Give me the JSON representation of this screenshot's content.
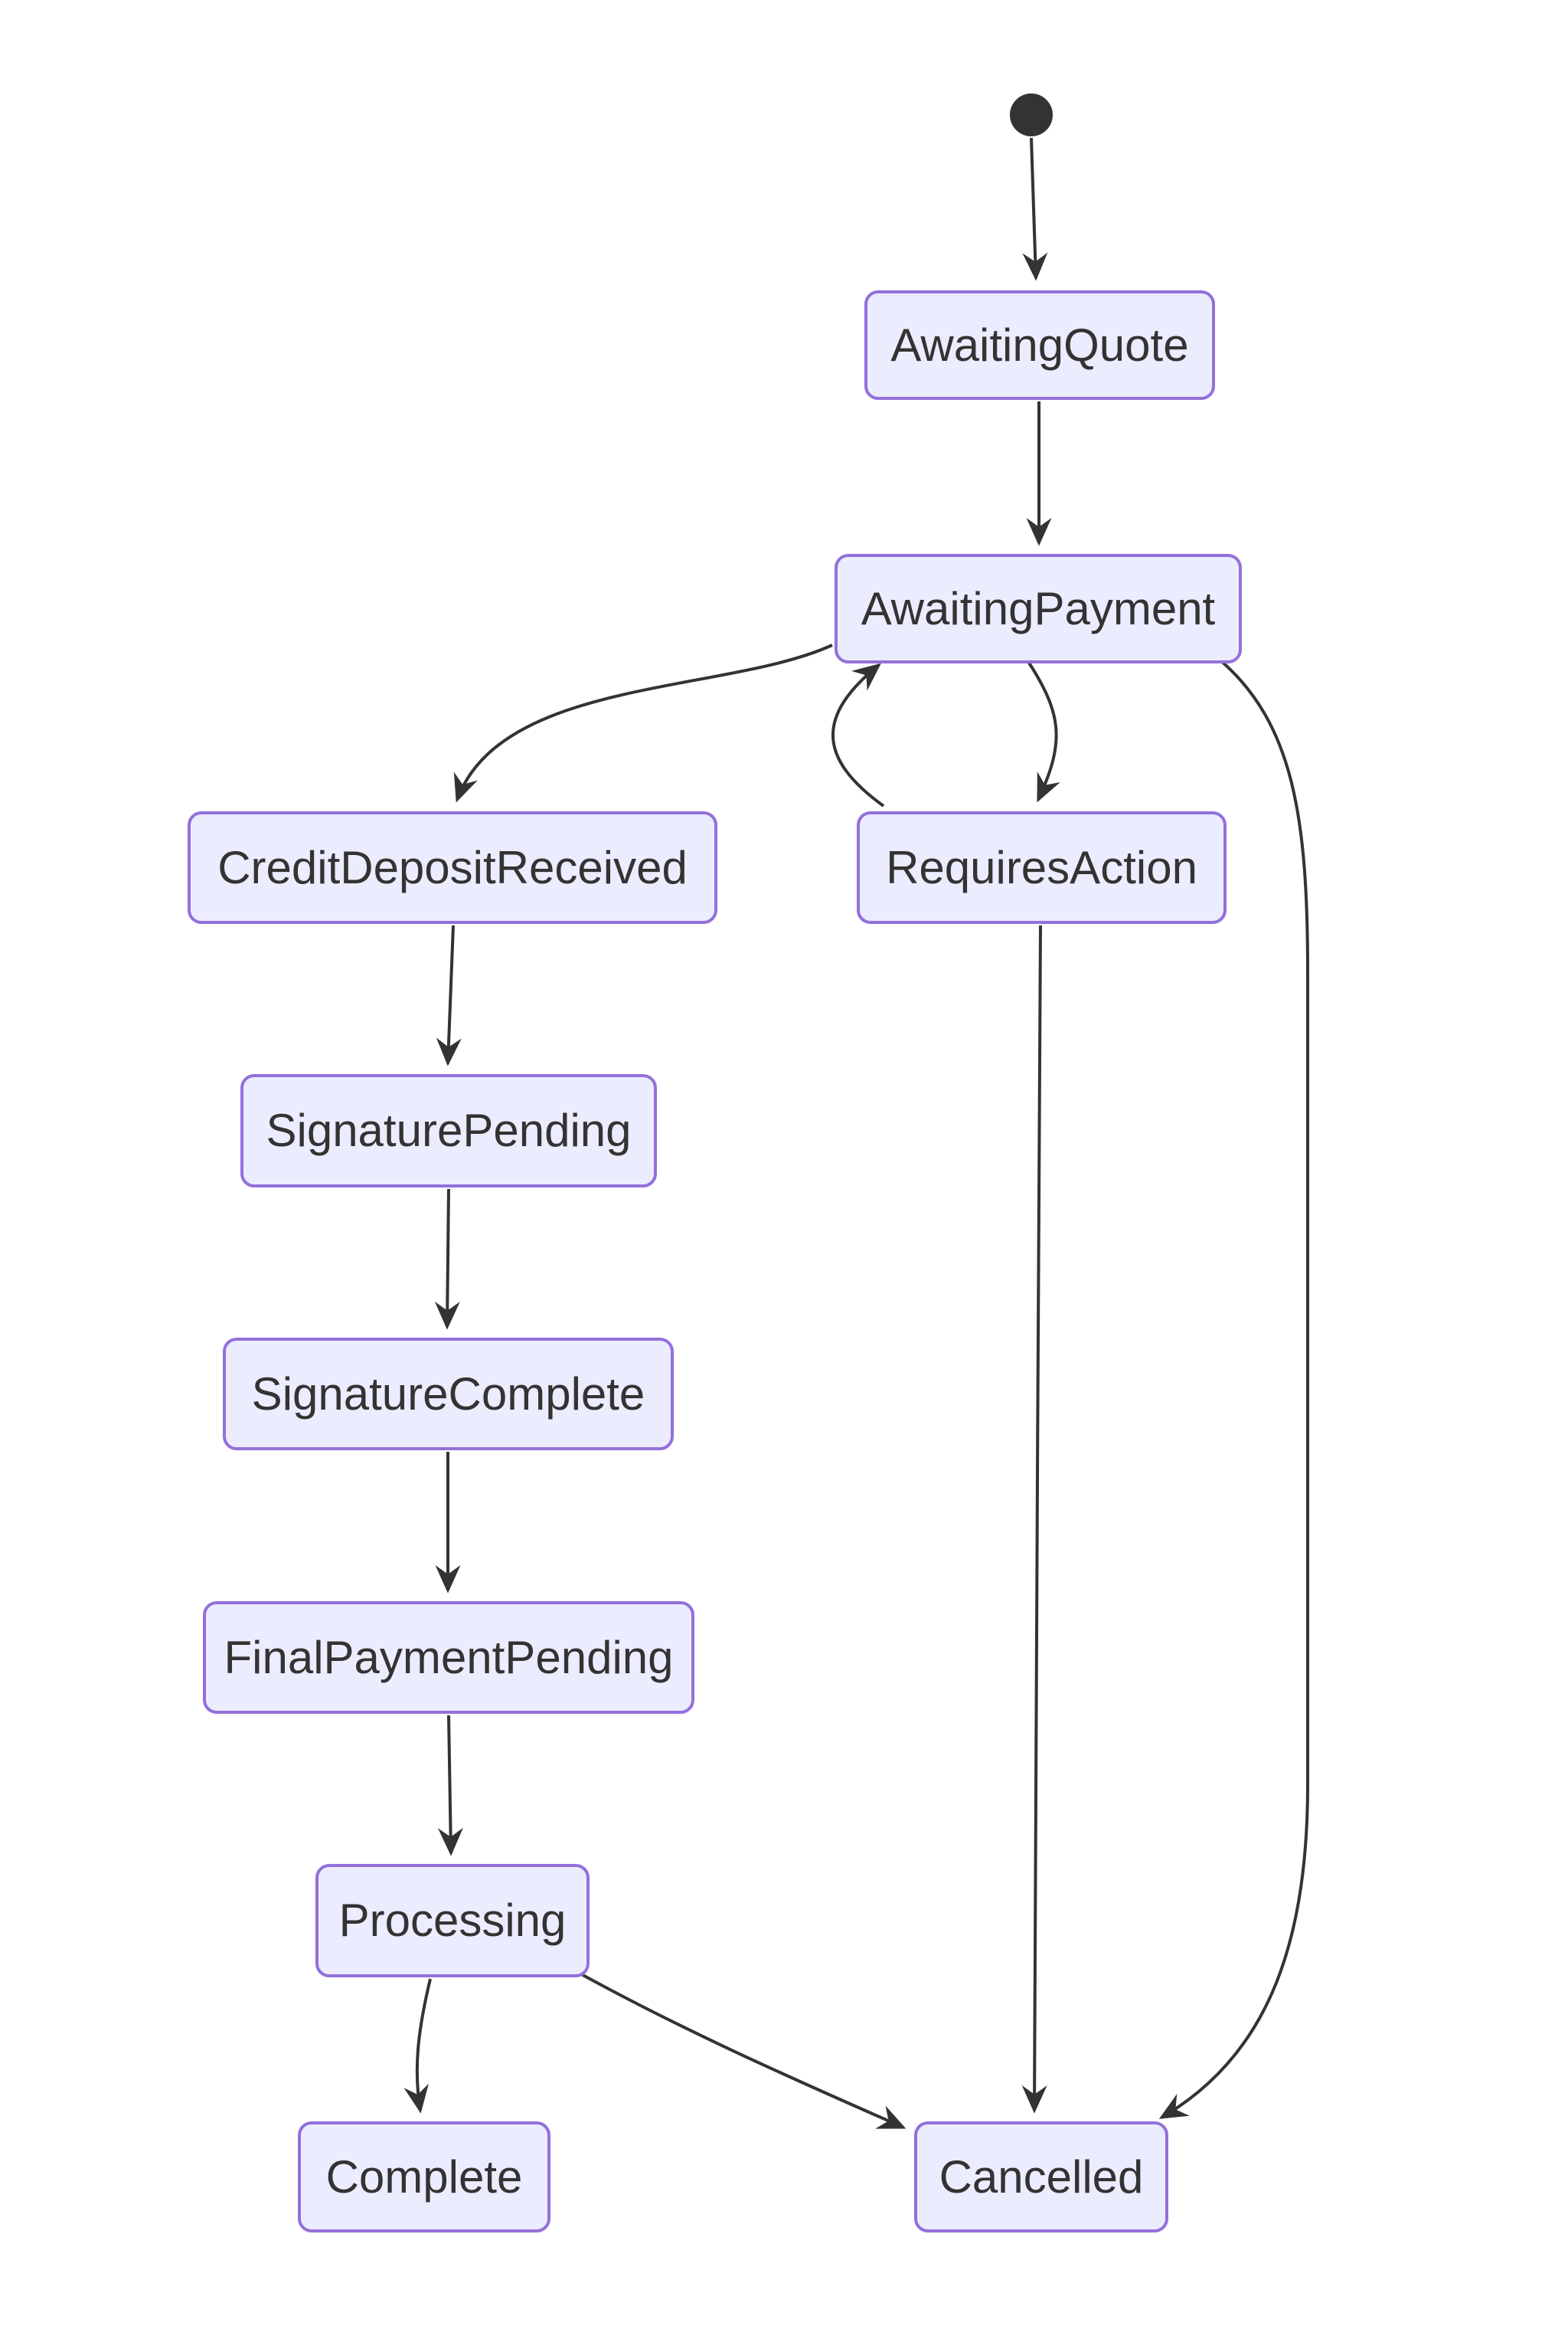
{
  "diagram": {
    "type": "state-diagram",
    "background": "#ffffff",
    "colors": {
      "node_fill": "#ECECFF",
      "node_border": "#9370DB",
      "node_text": "#333333",
      "edge": "#333333",
      "start_dot": "#333333"
    },
    "start_state": {
      "shape": "filled-circle"
    },
    "states": [
      {
        "id": "AwaitingQuote",
        "label": "AwaitingQuote"
      },
      {
        "id": "AwaitingPayment",
        "label": "AwaitingPayment"
      },
      {
        "id": "CreditDepositReceived",
        "label": "CreditDepositReceived"
      },
      {
        "id": "RequiresAction",
        "label": "RequiresAction"
      },
      {
        "id": "SignaturePending",
        "label": "SignaturePending"
      },
      {
        "id": "SignatureComplete",
        "label": "SignatureComplete"
      },
      {
        "id": "FinalPaymentPending",
        "label": "FinalPaymentPending"
      },
      {
        "id": "Processing",
        "label": "Processing"
      },
      {
        "id": "Complete",
        "label": "Complete"
      },
      {
        "id": "Cancelled",
        "label": "Cancelled"
      }
    ],
    "transitions": [
      {
        "from": "[*]",
        "to": "AwaitingQuote"
      },
      {
        "from": "AwaitingQuote",
        "to": "AwaitingPayment"
      },
      {
        "from": "AwaitingPayment",
        "to": "CreditDepositReceived"
      },
      {
        "from": "AwaitingPayment",
        "to": "RequiresAction"
      },
      {
        "from": "RequiresAction",
        "to": "AwaitingPayment"
      },
      {
        "from": "AwaitingPayment",
        "to": "Cancelled"
      },
      {
        "from": "RequiresAction",
        "to": "Cancelled"
      },
      {
        "from": "CreditDepositReceived",
        "to": "SignaturePending"
      },
      {
        "from": "SignaturePending",
        "to": "SignatureComplete"
      },
      {
        "from": "SignatureComplete",
        "to": "FinalPaymentPending"
      },
      {
        "from": "FinalPaymentPending",
        "to": "Processing"
      },
      {
        "from": "Processing",
        "to": "Complete"
      },
      {
        "from": "Processing",
        "to": "Cancelled"
      }
    ]
  }
}
